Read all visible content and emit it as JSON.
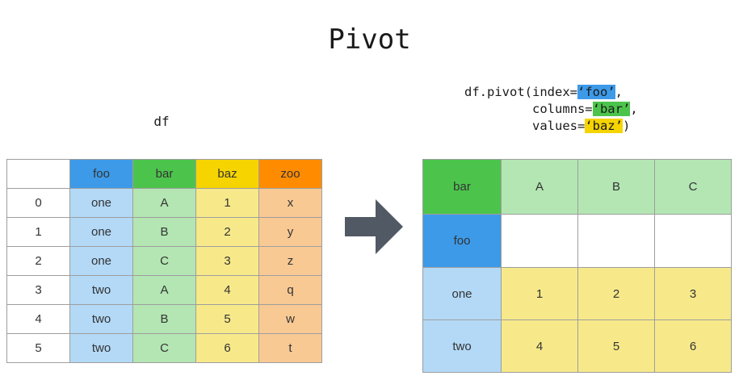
{
  "page": {
    "title": "Pivot",
    "df_caption": "df"
  },
  "colors": {
    "blue": "#3d9ae8",
    "green": "#4cc44c",
    "yellow": "#f5d400",
    "orange": "#ff8c00",
    "light_blue": "#b3d9f7",
    "light_green": "#b3e6b3",
    "light_yellow": "#f7e98a",
    "light_orange": "#f9c994",
    "arrow": "#515964",
    "grid_line": "#9e9e9e"
  },
  "code": {
    "line1_prefix": "df.pivot(index=",
    "line1_arg": "‘foo’",
    "line1_suffix": ",",
    "line2_prefix": "         columns=",
    "line2_arg": "‘bar’",
    "line2_suffix": ",",
    "line3_prefix": "         values=",
    "line3_arg": "‘baz’",
    "line3_suffix": ")"
  },
  "df_table": {
    "corner": "",
    "columns": [
      "foo",
      "bar",
      "baz",
      "zoo"
    ],
    "index": [
      "0",
      "1",
      "2",
      "3",
      "4",
      "5"
    ],
    "rows": [
      [
        "one",
        "A",
        "1",
        "x"
      ],
      [
        "one",
        "B",
        "2",
        "y"
      ],
      [
        "one",
        "C",
        "3",
        "z"
      ],
      [
        "two",
        "A",
        "4",
        "q"
      ],
      [
        "two",
        "B",
        "5",
        "w"
      ],
      [
        "two",
        "C",
        "6",
        "t"
      ]
    ]
  },
  "pivot_table": {
    "columns_label": "bar",
    "index_label": "foo",
    "columns": [
      "A",
      "B",
      "C"
    ],
    "spacer_row": [
      "",
      "",
      ""
    ],
    "index": [
      "one",
      "two"
    ],
    "rows": [
      [
        "1",
        "2",
        "3"
      ],
      [
        "4",
        "5",
        "6"
      ]
    ]
  },
  "arrow": {
    "name": "right-arrow"
  },
  "chart_data": {
    "type": "table",
    "title": "Pivot",
    "source_table": {
      "name": "df",
      "columns": [
        "",
        "foo",
        "bar",
        "baz",
        "zoo"
      ],
      "rows": [
        [
          "0",
          "one",
          "A",
          "1",
          "x"
        ],
        [
          "1",
          "one",
          "B",
          "2",
          "y"
        ],
        [
          "2",
          "one",
          "C",
          "3",
          "z"
        ],
        [
          "3",
          "two",
          "A",
          "4",
          "q"
        ],
        [
          "4",
          "two",
          "B",
          "5",
          "w"
        ],
        [
          "5",
          "two",
          "C",
          "6",
          "t"
        ]
      ]
    },
    "operation": "df.pivot(index=‘foo’, columns=‘bar’, values=‘baz’)",
    "result_table": {
      "columns_name": "bar",
      "index_name": "foo",
      "columns": [
        "A",
        "B",
        "C"
      ],
      "index": [
        "one",
        "two"
      ],
      "values": [
        [
          1,
          2,
          3
        ],
        [
          4,
          5,
          6
        ]
      ]
    }
  }
}
